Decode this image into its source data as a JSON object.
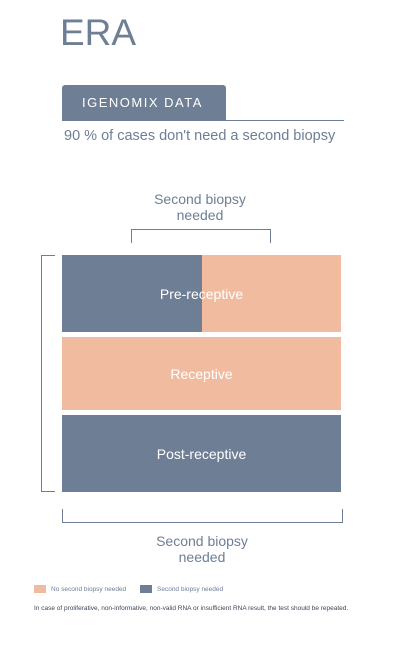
{
  "title": "ERA",
  "tab_label": "IGENOMIX DATA",
  "subtitle": "90 % of cases don't need a second biopsy",
  "top_bracket_label": "Second biopsy needed",
  "bottom_bracket_label": "Second biopsy needed",
  "blocks": [
    {
      "label": "Pre-receptive"
    },
    {
      "label": "Receptive"
    },
    {
      "label": "Post-receptive"
    }
  ],
  "legend": {
    "no_second_biopsy": "No second biopsy needed",
    "second_biopsy": "Second biopsy needed"
  },
  "colors": {
    "blue": "#6e7e95",
    "peach": "#f1bb9f"
  },
  "footnote": "In case of proliferative, non-informative, non-valid RNA or insufficient RNA result, the test should be repeated."
}
